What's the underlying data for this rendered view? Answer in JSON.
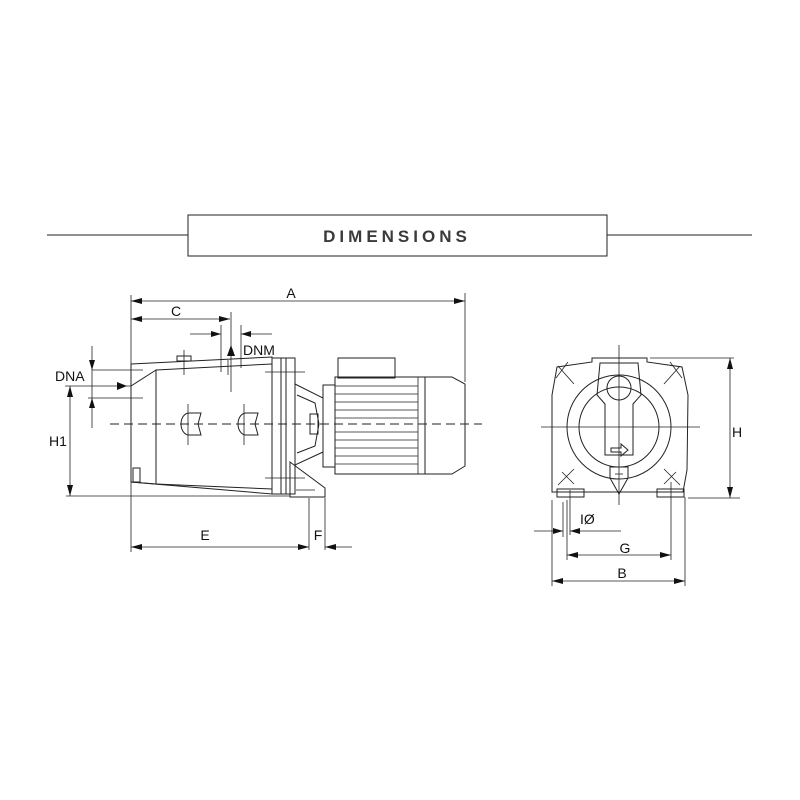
{
  "header": {
    "title": "DIMENSIONS"
  },
  "side_view": {
    "labels": {
      "A": "A",
      "C": "C",
      "DNM": "DNM",
      "DNA": "DNA",
      "H1": "H1",
      "E": "E",
      "F": "F"
    }
  },
  "front_view": {
    "labels": {
      "H": "H",
      "I": "IØ",
      "G": "G",
      "B": "B"
    }
  }
}
